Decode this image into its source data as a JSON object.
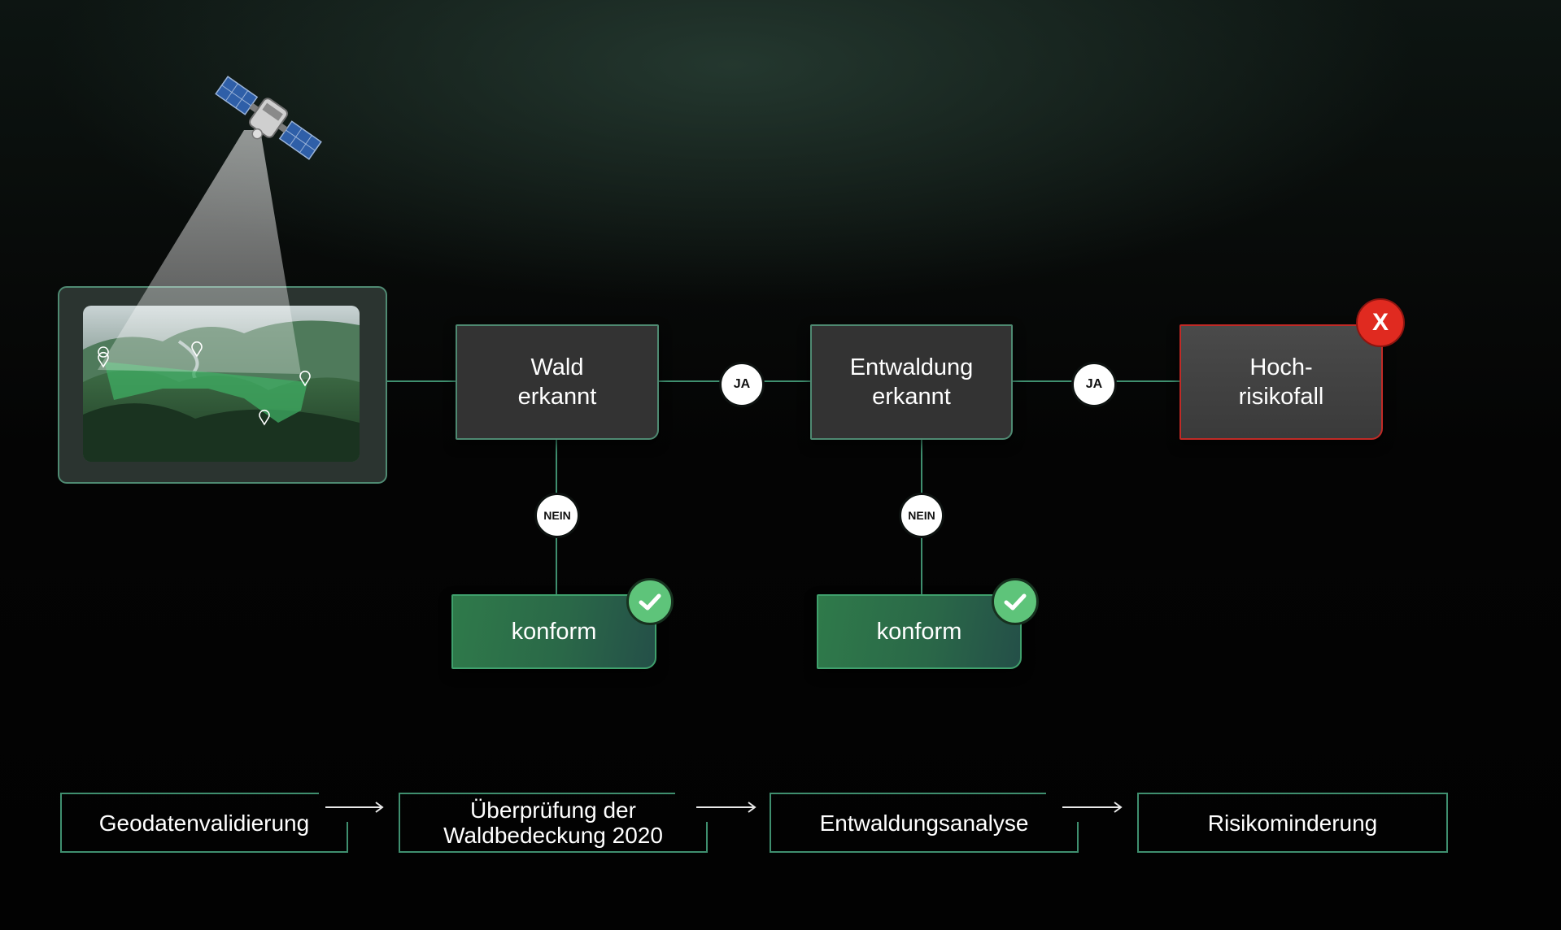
{
  "colors": {
    "accent_green": "#3f8f6f",
    "conform_green": "#2f7a4a",
    "check_green": "#5ec47a",
    "risk_red": "#e02a20",
    "decision_gray": "#333333"
  },
  "icons": {
    "satellite": "satellite-icon",
    "location_pin": "location-pin-icon",
    "check": "check-icon",
    "close": "x-icon",
    "arrow": "arrow-right-icon"
  },
  "flow": {
    "decision1": {
      "line1": "Wald",
      "line2": "erkannt"
    },
    "decision2": {
      "line1": "Entwaldung",
      "line2": "erkannt"
    },
    "result_risk": {
      "line1": "Hoch-",
      "line2": "risikofall",
      "badge": "X"
    },
    "conform1": {
      "label": "konform"
    },
    "conform2": {
      "label": "konform"
    },
    "yes_label_1": "JA",
    "yes_label_2": "JA",
    "no_label_1": "NEIN",
    "no_label_2": "NEIN"
  },
  "process_steps": [
    {
      "line1": "Geodatenvalidierung"
    },
    {
      "line1": "Überprüfung der",
      "line2": "Waldbedeckung 2020"
    },
    {
      "line1": "Entwaldungsanalyse"
    },
    {
      "line1": "Risikominderung"
    }
  ]
}
